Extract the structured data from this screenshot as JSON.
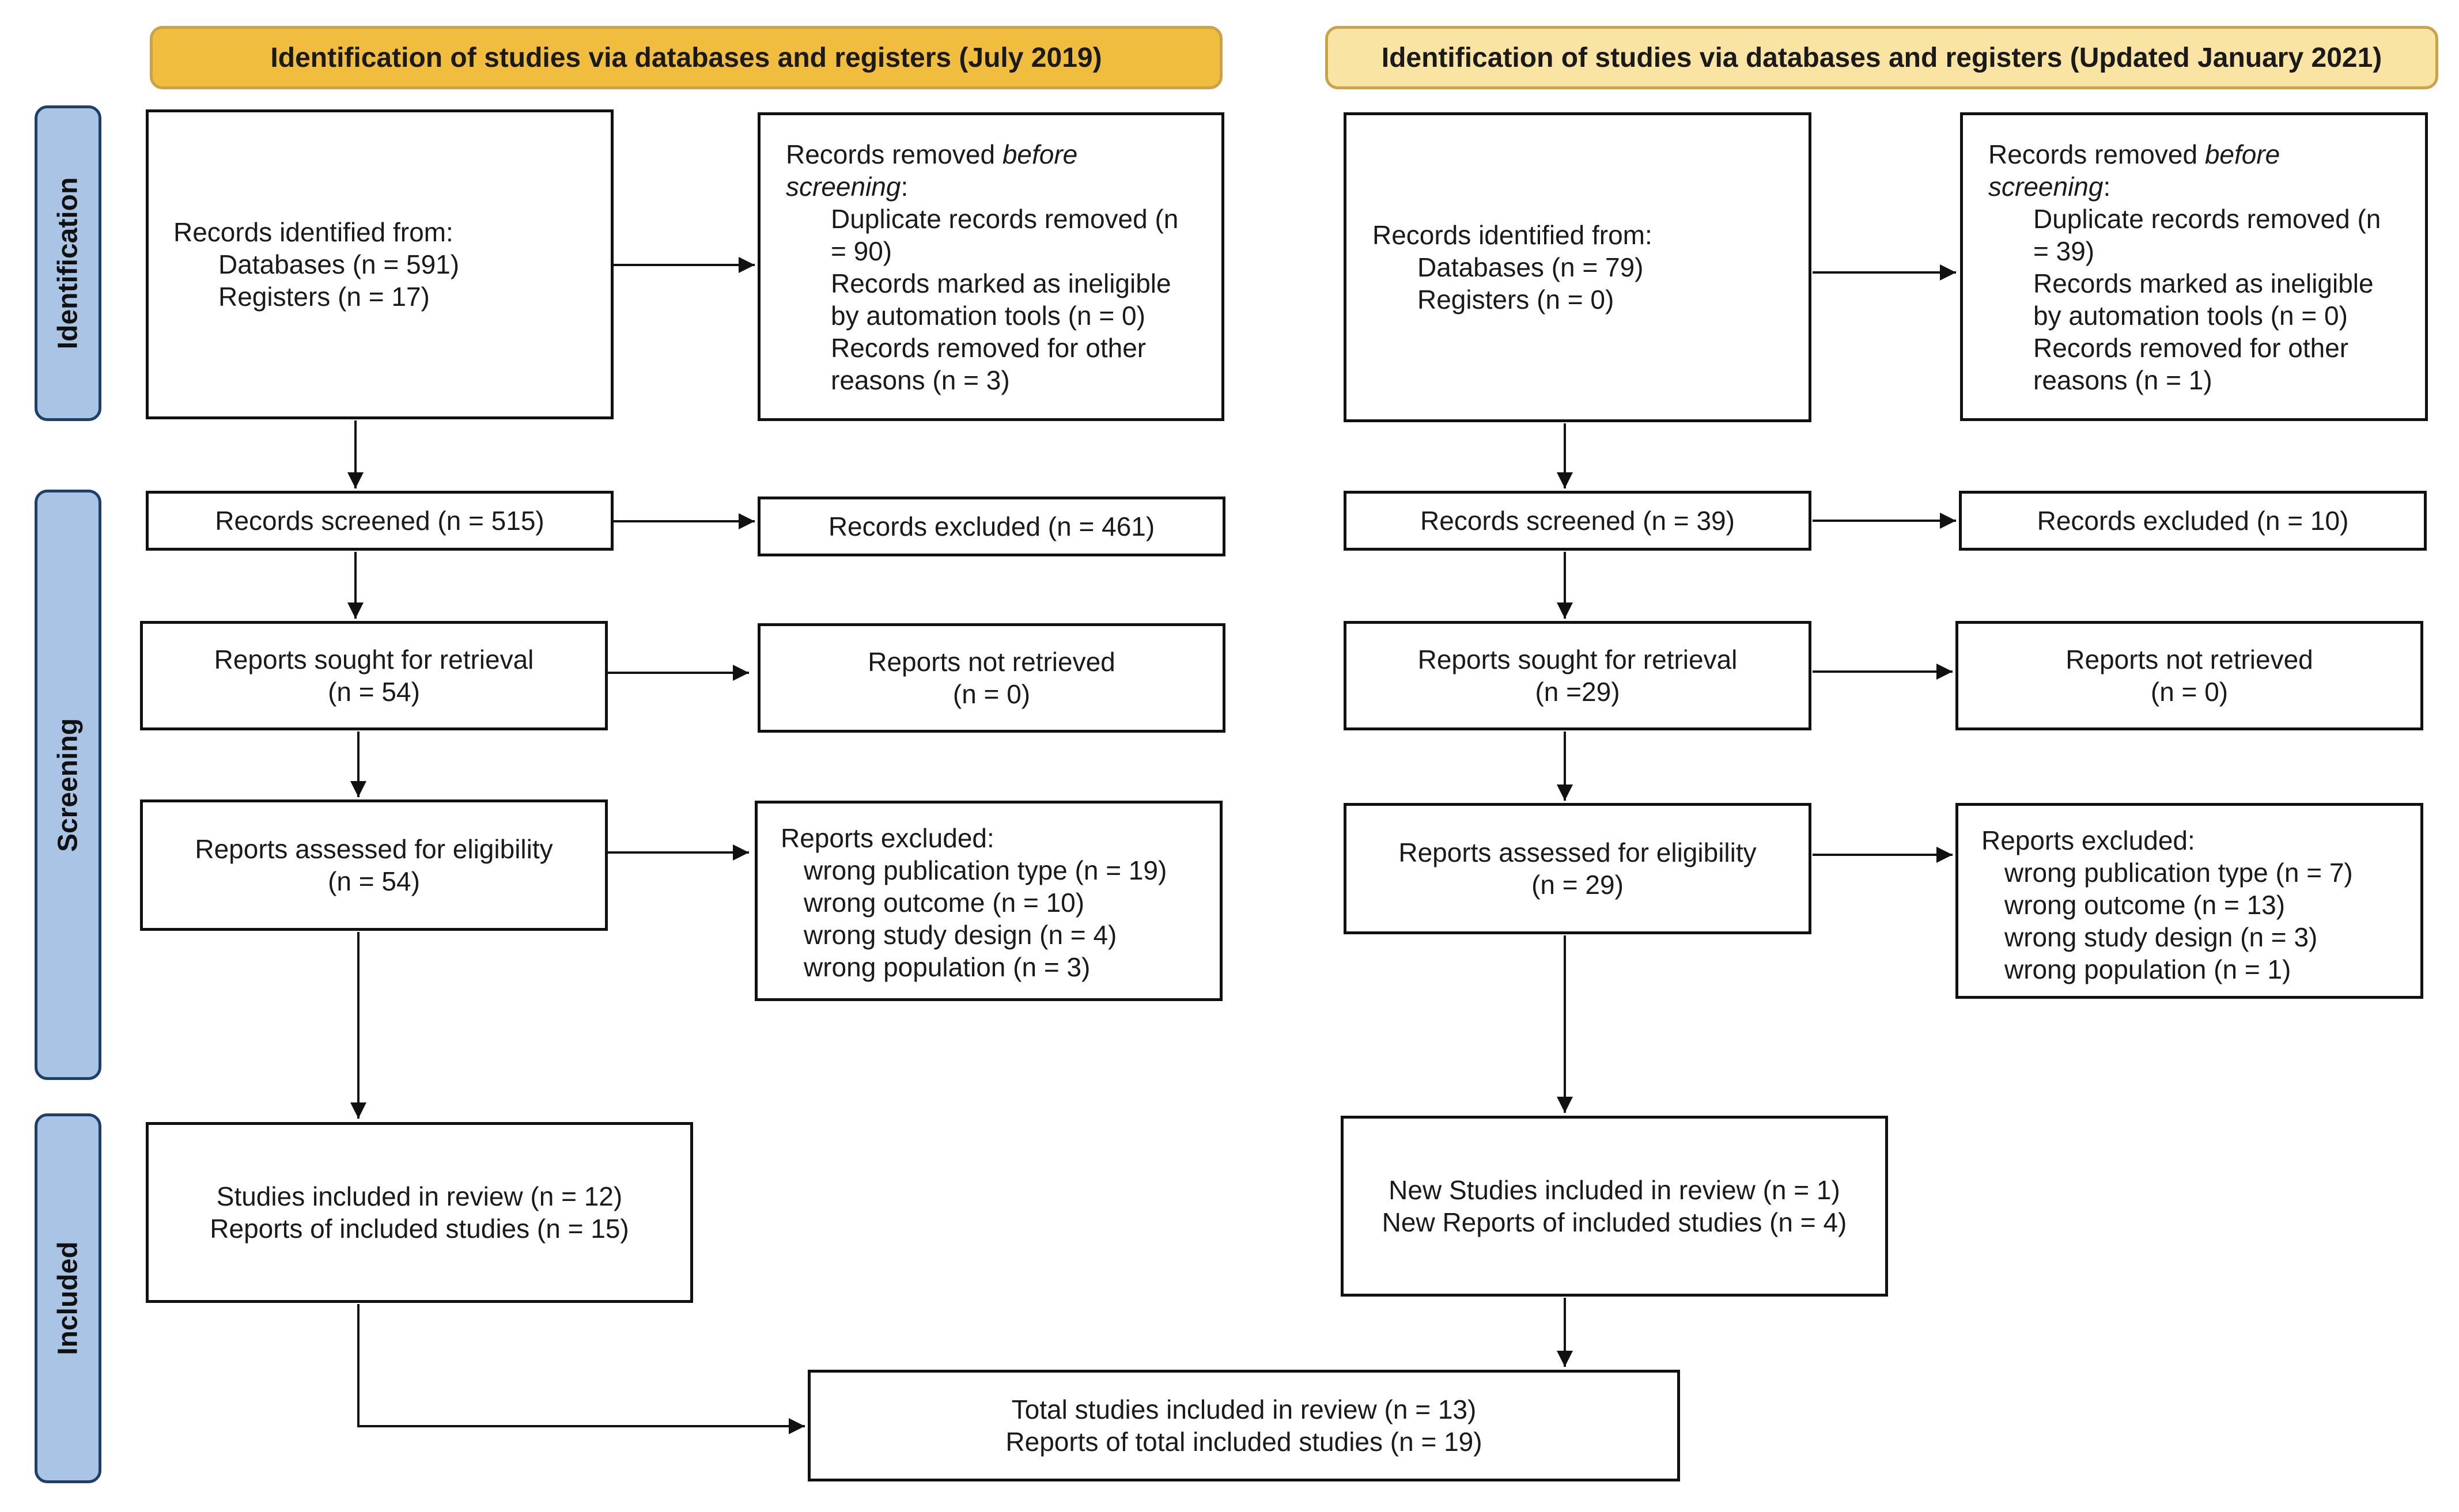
{
  "colors": {
    "header_left": "#f0bd3e",
    "header_right": "#fae4a3",
    "phase_fill": "#a9c4e4",
    "phase_border": "#1f3f66",
    "box_border": "#111111"
  },
  "headers": {
    "left": "Identification of studies via databases and registers (July 2019)",
    "right": "Identification of studies via databases and registers (Updated January 2021)"
  },
  "phases": {
    "identification": "Identification",
    "screening": "Screening",
    "included": "Included"
  },
  "left": {
    "records_identified": {
      "title": "Records identified from:",
      "databases": "Databases (n = 591)",
      "registers": "Registers (n = 17)"
    },
    "records_removed": {
      "title_plain": "Records removed ",
      "title_italic": "before",
      "title_italic2": "screening",
      "title_colon": ":",
      "duplicate_1": "Duplicate records removed (n",
      "duplicate_2": "= 90)",
      "ineligible_1": "Records marked as ineligible",
      "ineligible_2": "by automation tools (n = 0)",
      "other_1": "Records removed for other",
      "other_2": "reasons (n = 3)"
    },
    "records_screened": "Records screened (n = 515)",
    "records_excluded": "Records excluded (n = 461)",
    "reports_sought_1": "Reports sought for retrieval",
    "reports_sought_2": "(n = 54)",
    "reports_not_retrieved_1": "Reports not retrieved",
    "reports_not_retrieved_2": "(n = 0)",
    "reports_assessed_1": "Reports assessed for eligibility",
    "reports_assessed_2": "(n = 54)",
    "reports_excluded": {
      "title": "Reports excluded:",
      "items": [
        "wrong publication type (n = 19)",
        "wrong outcome (n = 10)",
        "wrong study design (n = 4)",
        "wrong population (n = 3)"
      ]
    },
    "studies_included_1": "Studies included in review (n = 12)",
    "studies_included_2": "Reports of included studies (n = 15)"
  },
  "right": {
    "records_identified": {
      "title": "Records identified from:",
      "databases": "Databases (n = 79)",
      "registers": "Registers (n = 0)"
    },
    "records_removed": {
      "title_plain": "Records removed ",
      "title_italic": "before",
      "title_italic2": "screening",
      "title_colon": ":",
      "duplicate_1": "Duplicate records removed (n",
      "duplicate_2": "= 39)",
      "ineligible_1": "Records marked as ineligible",
      "ineligible_2": "by automation tools (n = 0)",
      "other_1": "Records removed for other",
      "other_2": "reasons (n = 1)"
    },
    "records_screened": "Records screened (n = 39)",
    "records_excluded": "Records excluded (n = 10)",
    "reports_sought_1": "Reports sought for retrieval",
    "reports_sought_2": "(n =29)",
    "reports_not_retrieved_1": "Reports not retrieved",
    "reports_not_retrieved_2": "(n = 0)",
    "reports_assessed_1": "Reports assessed for eligibility",
    "reports_assessed_2": "(n = 29)",
    "reports_excluded": {
      "title": "Reports excluded:",
      "items": [
        "wrong publication type (n = 7)",
        "wrong outcome (n = 13)",
        "wrong study design (n = 3)",
        "wrong population (n = 1)"
      ]
    },
    "studies_included_1": "New Studies included in review (n = 1)",
    "studies_included_2": "New Reports of included studies (n = 4)"
  },
  "total": {
    "line_1": "Total studies included in review (n = 13)",
    "line_2": "Reports of total included studies (n = 19)"
  }
}
